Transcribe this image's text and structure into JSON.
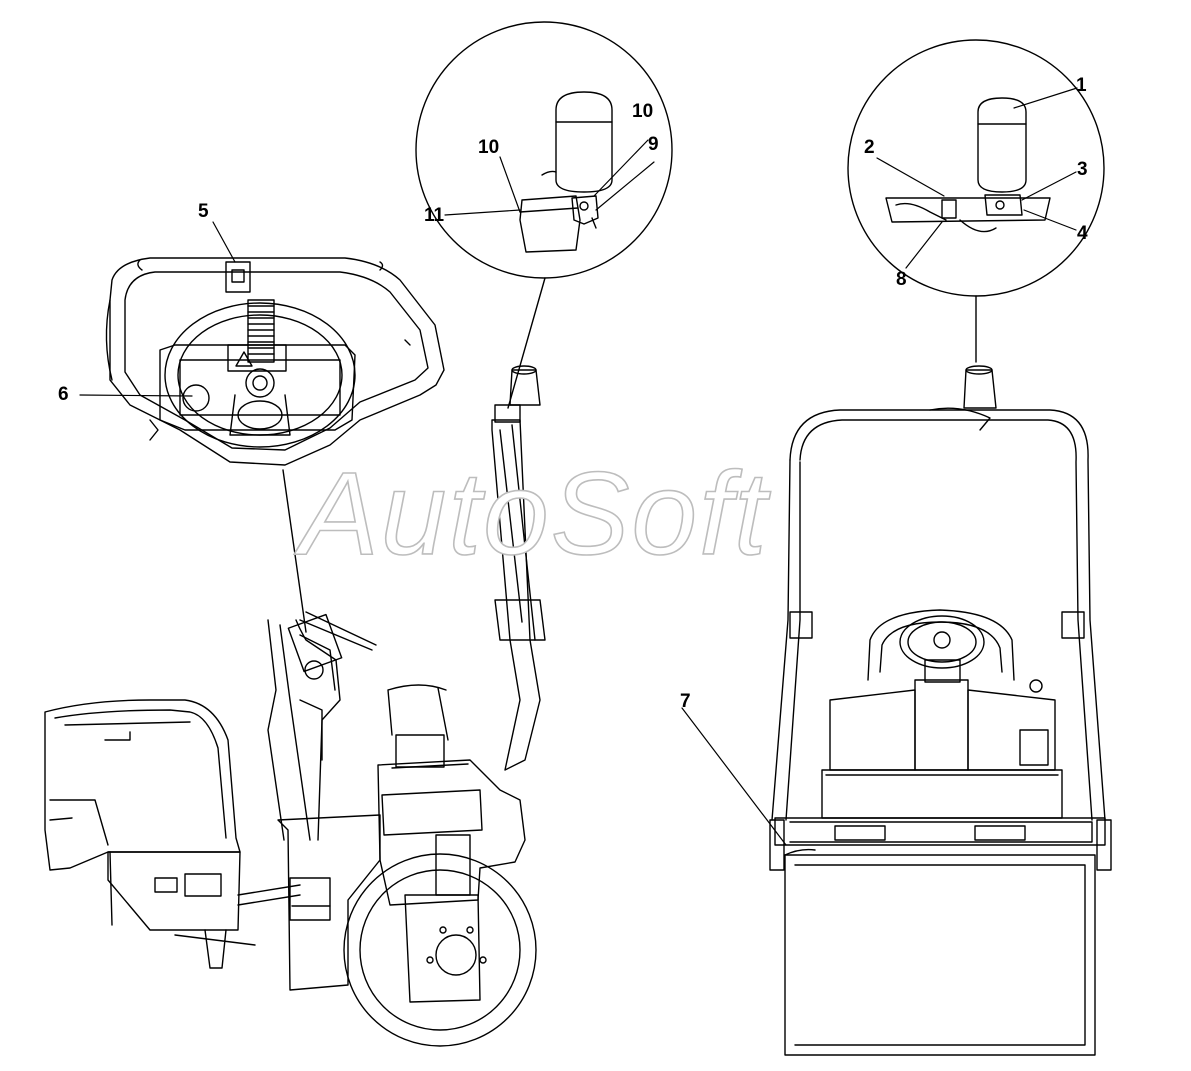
{
  "callouts": {
    "c1": "1",
    "c2": "2",
    "c3": "3",
    "c4": "4",
    "c5": "5",
    "c6": "6",
    "c7": "7",
    "c8": "8",
    "c9": "9",
    "c10a": "10",
    "c10b": "10",
    "c11": "11"
  },
  "watermark": "AutoSoft",
  "colors": {
    "line": "#000000",
    "watermark_outline": "#bdbdbd",
    "background": "#ffffff"
  }
}
